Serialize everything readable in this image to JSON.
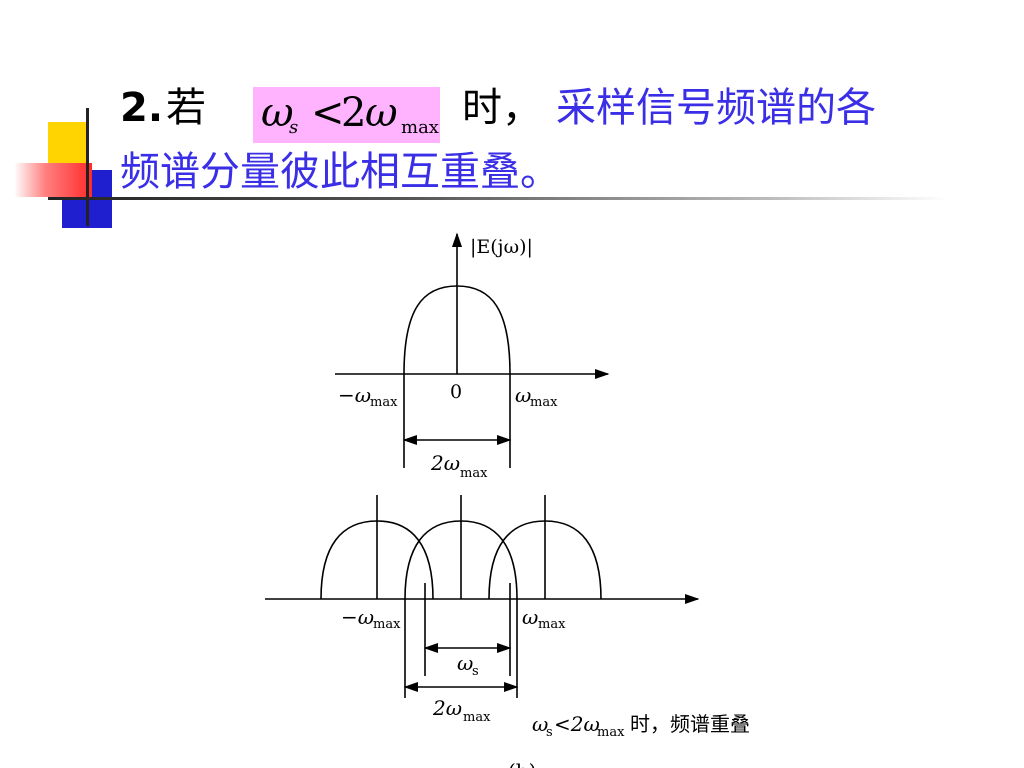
{
  "title": {
    "number": "2.",
    "ruo": "若",
    "formula": {
      "omega": "ω",
      "sub_s": "s",
      "lt": "<",
      "two": "2",
      "sub_max": "max"
    },
    "shi": "时，",
    "rest_line1": "采样信号频谱的各",
    "line2": "频谱分量彼此相互重叠。"
  },
  "diagram": {
    "top": {
      "y_axis_label": "|E(jω)|",
      "origin_label": "0",
      "left_label_omega": "−ω",
      "left_label_sub": "max",
      "right_label_omega": "ω",
      "right_label_sub": "max",
      "width_label_main": "2ω",
      "width_label_sub": "max"
    },
    "bottom": {
      "left_label_omega": "−ω",
      "left_label_sub": "max",
      "right_label_omega": "ω",
      "right_label_sub": "max",
      "ws_label_omega": "ω",
      "ws_label_sub": "s",
      "width_label_main": "2ω",
      "width_label_sub": "max",
      "caption_omega": "ω",
      "caption_sub_s": "s",
      "caption_lt": "<2ω",
      "caption_sub_max": "max",
      "caption_text": "时，频谱重叠"
    },
    "partial_label": "(b)"
  }
}
